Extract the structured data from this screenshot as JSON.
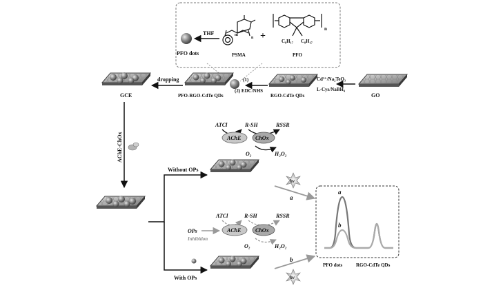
{
  "inset": {
    "thf": "THF",
    "pfo_dots": "PFO dots",
    "psma": "PSMA",
    "pfo": "PFO",
    "plus": "+",
    "n1": "n",
    "n2": "n",
    "m": "m",
    "c8h17_left": "C₈H₁₇",
    "c8h17_right": "C₈H₁₇"
  },
  "top_row": {
    "gce": "GCE",
    "dropping": "dropping",
    "step1": "(1)",
    "step2": "(2) EDC/NHS",
    "pfo_rgo": "PFO-RGO-CdTe QDs",
    "rgo_cdte": "RGO-CdTe QDs",
    "reagents1": "Cd²⁺/Na₂TeO₃",
    "reagents2": "L-Cys/NaBH₄",
    "go": "GO"
  },
  "enzyme": {
    "ache_chox": "AChE-ChOx"
  },
  "branches": {
    "without": "Without OPs",
    "with": "With OPs"
  },
  "pathway_top": {
    "atcl": "ATCl",
    "rsh": "R-SH",
    "rssr": "RSSR",
    "ache": "AChE",
    "chox": "ChOx",
    "o2": "O₂",
    "h2o2": "H₂O₂"
  },
  "pathway_bottom": {
    "atcl": "ATCl",
    "rsh": "R-SH",
    "rssr": "RSSR",
    "ache": "AChE",
    "chox": "ChOx",
    "o2": "O₂",
    "h2o2": "H₂O₂",
    "ops": "OPs",
    "inhibition": "Inhibition"
  },
  "hv": "hv",
  "arrows": {
    "a": "a",
    "b": "b"
  },
  "spectrum": {
    "peak_a": "a",
    "peak_b": "b",
    "label_pfo": "PFO dots",
    "label_rgo": "RGO-CdTe QDs"
  }
}
